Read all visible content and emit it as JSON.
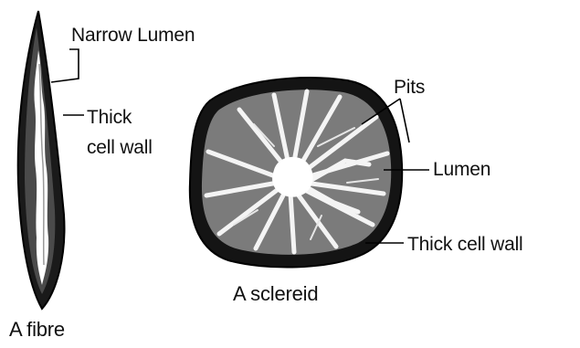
{
  "labels": {
    "narrow_lumen": "Narrow Lumen",
    "thick_cell_wall_line1": "Thick",
    "thick_cell_wall_line2": "cell wall",
    "pits": "Pits",
    "lumen": "Lumen",
    "thick_cell_wall": "Thick cell wall"
  },
  "captions": {
    "fibre": "A fibre",
    "sclereid": "A sclereid"
  }
}
